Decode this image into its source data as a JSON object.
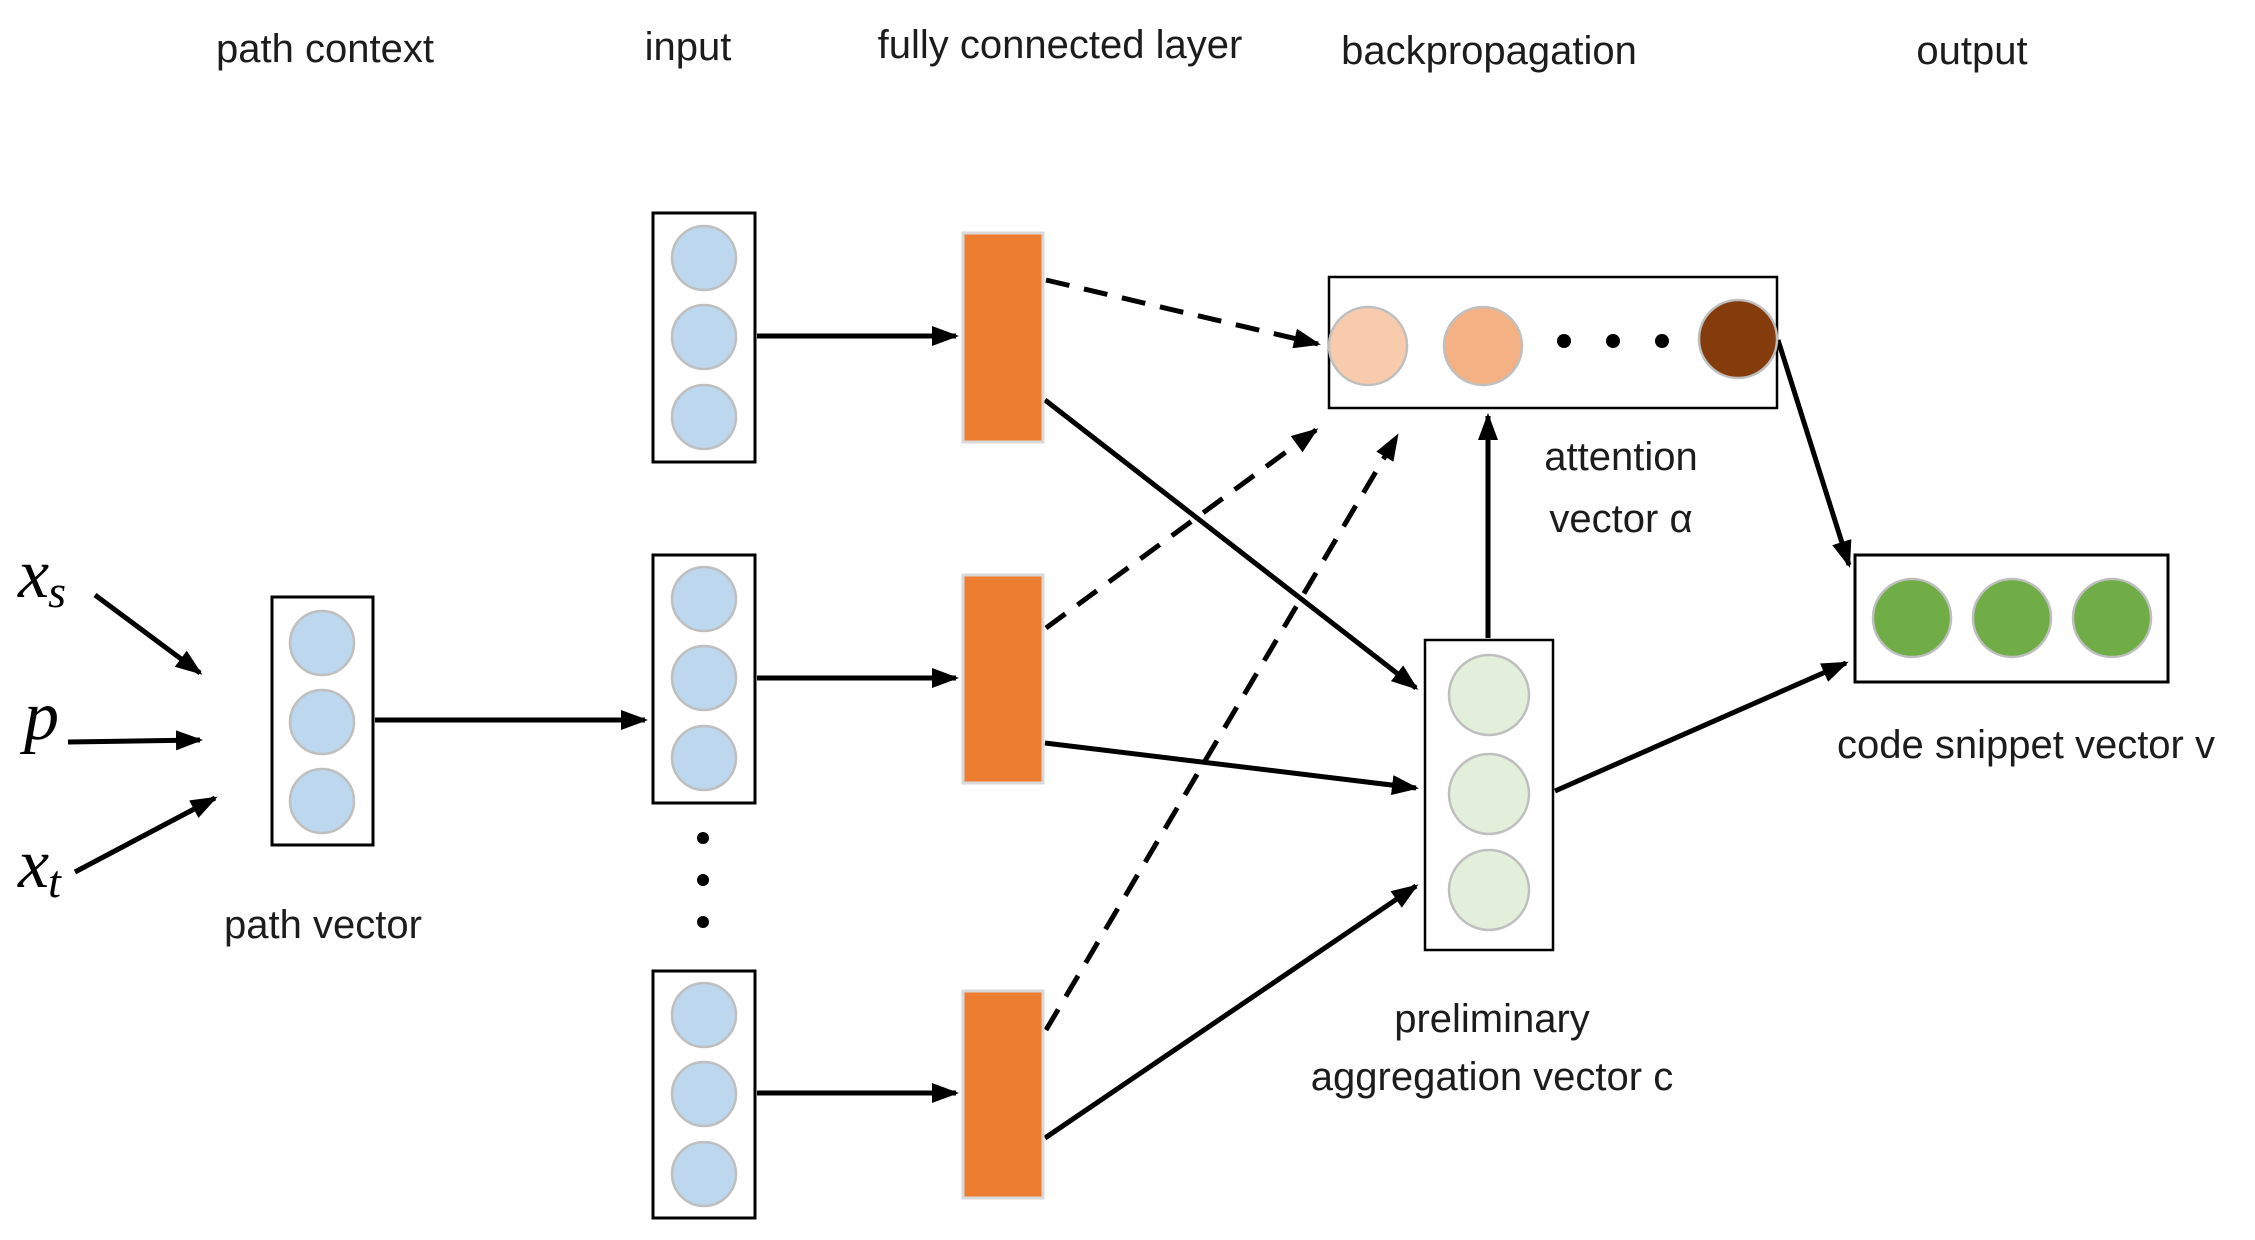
{
  "diagram": {
    "column_labels": {
      "path_context": "path context",
      "input": "input",
      "fully_connected_layer": "fully connected layer",
      "backpropagation": "backpropagation",
      "output": "output"
    },
    "math_inputs": {
      "source_base": "x",
      "source_sub": "s",
      "path_symbol": "p",
      "target_base": "x",
      "target_sub": "t"
    },
    "node_labels": {
      "path_vector": "path vector",
      "attention_line1": "attention",
      "attention_line2": "vector α",
      "aggregation_line1": "preliminary",
      "aggregation_line2": "aggregation vector c",
      "code_snippet": "code snippet vector v"
    },
    "colors": {
      "neuron_blue": "#BDD7EE",
      "neuron_pale_green": "#E2EFDA",
      "neuron_green": "#70AD47",
      "fc_orange": "#ED7D31",
      "attention_light": "#F8CBAD",
      "attention_mid": "#F4B183",
      "attention_dark": "#843C0C",
      "dot_black": "#000000",
      "box_white": "#FFFFFF"
    }
  }
}
